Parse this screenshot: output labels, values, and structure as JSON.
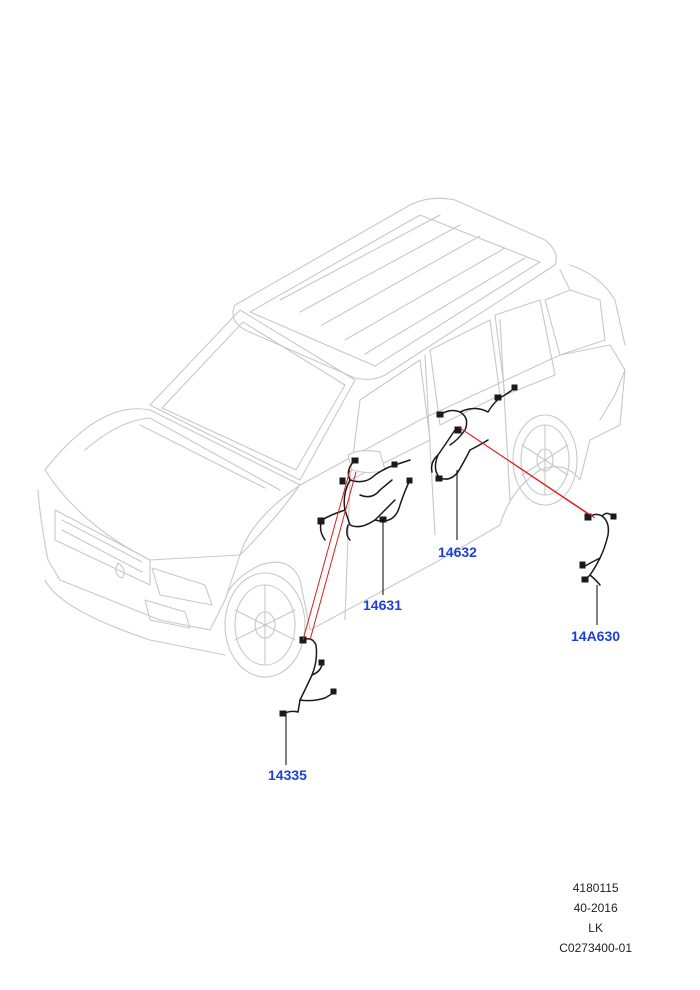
{
  "callouts": {
    "c14631": "14631",
    "c14632": "14632",
    "c14A630": "14A630",
    "c14335": "14335"
  },
  "reference": {
    "line1": "4180115",
    "line2": "40-2016",
    "line3": "LK",
    "line4": "C0273400-01"
  },
  "colors": {
    "callout": "#1f3fd9",
    "outline": "#c8c8c8",
    "harness": "#1a1a1a",
    "leader_red": "#e01b1b"
  }
}
